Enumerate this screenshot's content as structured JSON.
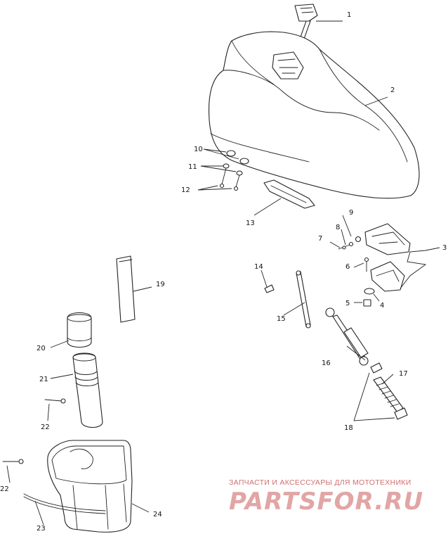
{
  "callouts": {
    "c1": "1",
    "c2": "2",
    "c3": "3",
    "c4": "4",
    "c5": "5",
    "c6": "6",
    "c7": "7",
    "c8": "8",
    "c9": "9",
    "c10": "10",
    "c11": "11",
    "c12": "12",
    "c13": "13",
    "c14": "14",
    "c15": "15",
    "c16": "16",
    "c17": "17",
    "c18": "18",
    "c19": "19",
    "c20": "20",
    "c21": "21",
    "c22a": "22",
    "c22b": "22",
    "c23": "23",
    "c24": "24"
  },
  "watermark": {
    "tagline": "ЗАПЧАСТИ И АКСЕССУАРЫ ДЛЯ МОТОТЕХНИКИ",
    "logo": "PARTSFOR.RU",
    "color": "#d9534f"
  }
}
